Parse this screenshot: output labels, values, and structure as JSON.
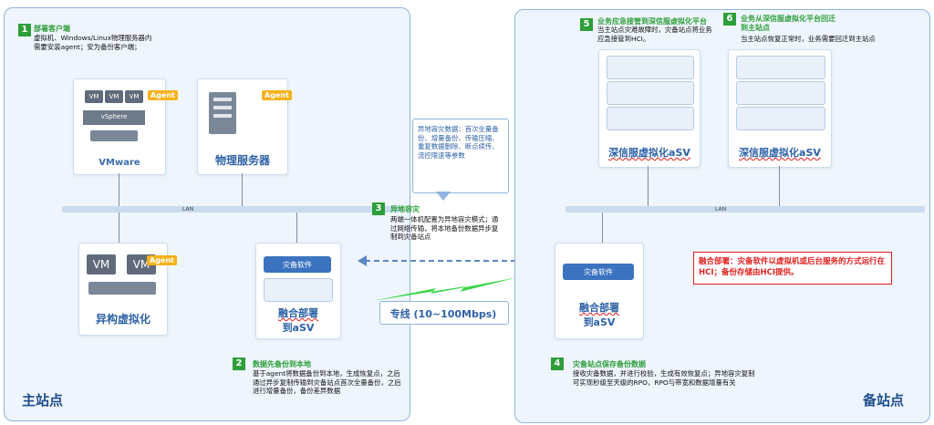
{
  "primary_site": {
    "name": "主站点",
    "step1": {
      "num": "1",
      "title": "部署客户端",
      "text": "虚拟机、Windows/Linux物理服务器内需要安装agent；安为备份客户端；"
    },
    "vmware": {
      "vm1": "VM",
      "vm2": "VM",
      "vm3": "VM",
      "agent": "Agent",
      "vsphere": "vSphere",
      "label": "VMware"
    },
    "physical": {
      "agent": "Agent",
      "label": "物理服务器"
    },
    "lan": "LAN",
    "hetero": {
      "vm1": "VM",
      "vm2": "VM",
      "agent": "Agent",
      "label": "异构虚拟化"
    },
    "hci": {
      "software": "灾备软件",
      "label_line1": "融合部署",
      "label_line2": "到aSV"
    },
    "step2": {
      "num": "2",
      "title": "数据先备份到本地",
      "text": "基于agent将数据备份到本地，生成恢复点，之后通过异步复制传输到灾备站点首次全量备份，之后进行增量备份，备份差异数据"
    }
  },
  "middle": {
    "bubble_text": "异地容灾数据：首次全量备份、增量备份、传输压缩、重复数据删除、断点续传、流控限速等参数",
    "step3": {
      "num": "3",
      "title": "异地容灾",
      "text": "两端一体机配置为异地容灾模式；通过网络传输，将本地备份数据异步复制到灾备站点"
    },
    "link_label": "专线 (10~100Mbps)"
  },
  "backup_site": {
    "name": "备站点",
    "step5": {
      "num": "5",
      "title": "业务应急接管到深信服虚拟化平台",
      "text": "当主站点灾难故障时，灾备站点将业务应急接管到HCI。"
    },
    "step6": {
      "num": "6",
      "title": "业务从深信服虚拟化平台回迁到主站点",
      "text": "当主站点恢复正常时，业务需要回迁到主站点"
    },
    "server1_label": "深信服虚拟化aSV",
    "server2_label": "深信服虚拟化aSV",
    "lan": "LAN",
    "hci": {
      "software": "灾备软件",
      "label_line1": "融合部署",
      "label_line2": "到aSV"
    },
    "note": "融合部署：灾备软件以虚拟机或后台服务的方式运行在HCI；备份存储由HCI提供。",
    "step4": {
      "num": "4",
      "title": "灾备站点保存备份数据",
      "text": "接收灾备数据，并进行校验，生成有效恢复点；异地容灾复制可实现秒级至天级的RPO，RPO与带宽和数据增量有关"
    }
  }
}
